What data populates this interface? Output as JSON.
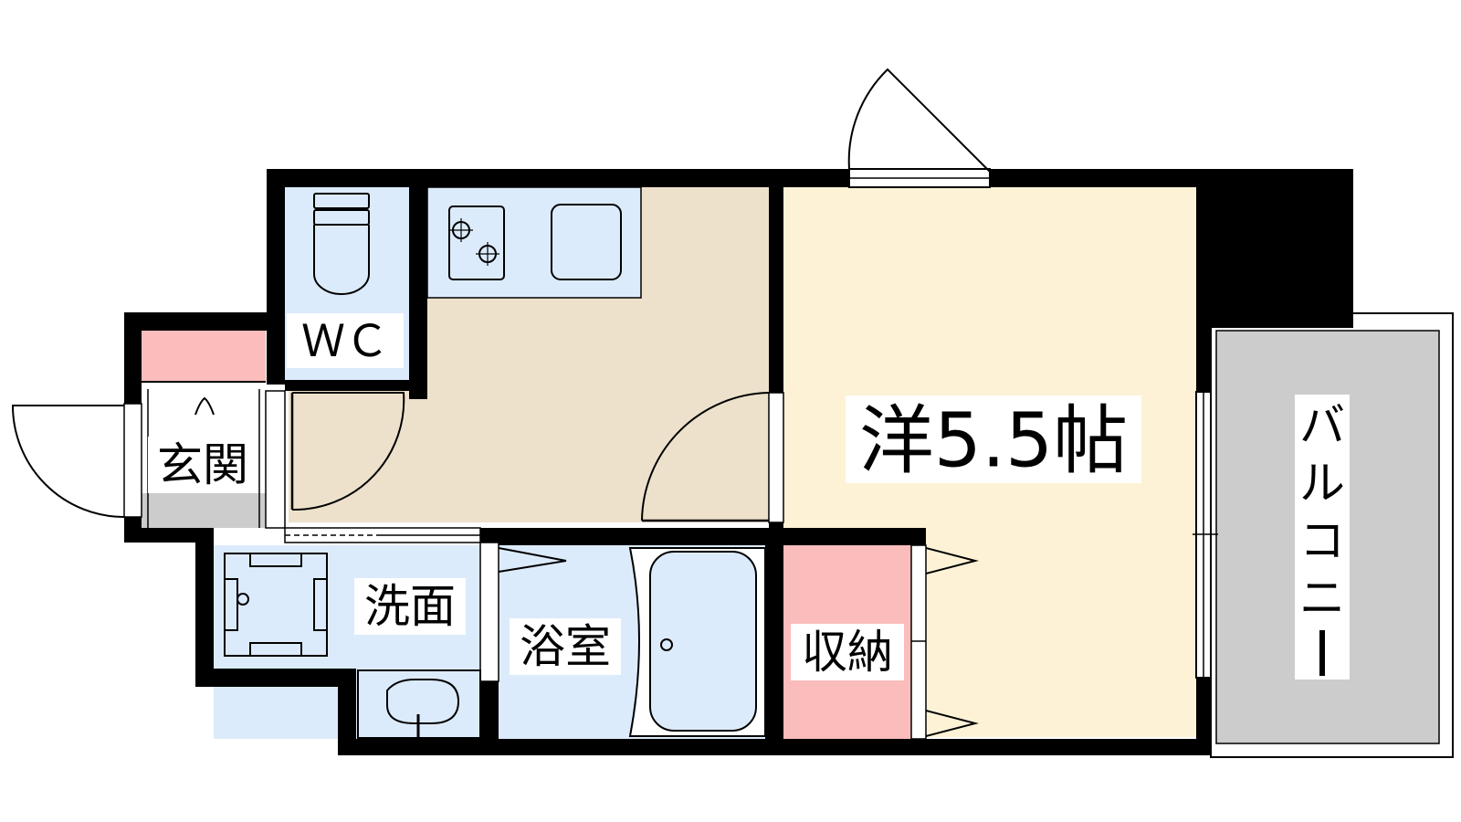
{
  "labels": {
    "wc": "ＷＣ",
    "genkan": "玄関",
    "senmen": "洗面",
    "yokushitsu": "浴室",
    "shuno": "収納",
    "yoshitsu": "洋5.5帖",
    "balcony_chars": [
      "バ",
      "ル",
      "コ",
      "ニ",
      "ー"
    ]
  },
  "colors": {
    "wall": "#000000",
    "wet_area": "#dcebfb",
    "kitchen": "#ede1cc",
    "room": "#fdf2d6",
    "storage": "#fbbcbc",
    "balcony": "#cccccc",
    "entrance_floor": "#cccccc",
    "fixture_blue": "#c8dff7"
  },
  "icons": [
    "stove-icon",
    "sink-icon",
    "toilet-icon",
    "bathtub-icon",
    "washbasin-icon",
    "washer-pan-icon",
    "door-swing-icon",
    "sliding-door-icon"
  ]
}
